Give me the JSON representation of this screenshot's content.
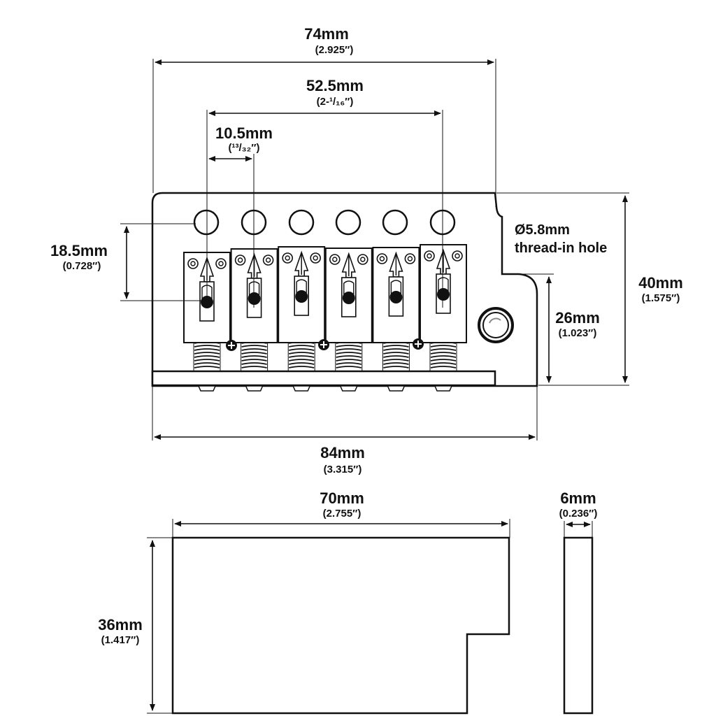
{
  "dimensions": {
    "width_74": {
      "metric": "74mm",
      "imperial": "(2.925″)"
    },
    "spacing_52": {
      "metric": "52.5mm",
      "imperial": "(2-¹/₁₆″)"
    },
    "spacing_10": {
      "metric": "10.5mm",
      "imperial": "(¹³/₃₂″)"
    },
    "height_18": {
      "metric": "18.5mm",
      "imperial": "(0.728″)"
    },
    "height_40": {
      "metric": "40mm",
      "imperial": "(1.575″)"
    },
    "height_26": {
      "metric": "26mm",
      "imperial": "(1.023″)"
    },
    "width_84": {
      "metric": "84mm",
      "imperial": "(3.315″)"
    },
    "block_width_70": {
      "metric": "70mm",
      "imperial": "(2.755″)"
    },
    "block_depth_6": {
      "metric": "6mm",
      "imperial": "(0.236″)"
    },
    "block_height_36": {
      "metric": "36mm",
      "imperial": "(1.417″)"
    }
  },
  "hole_note": {
    "line1": "Ø5.8mm",
    "line2": "thread-in hole"
  },
  "saddle_count": 6
}
